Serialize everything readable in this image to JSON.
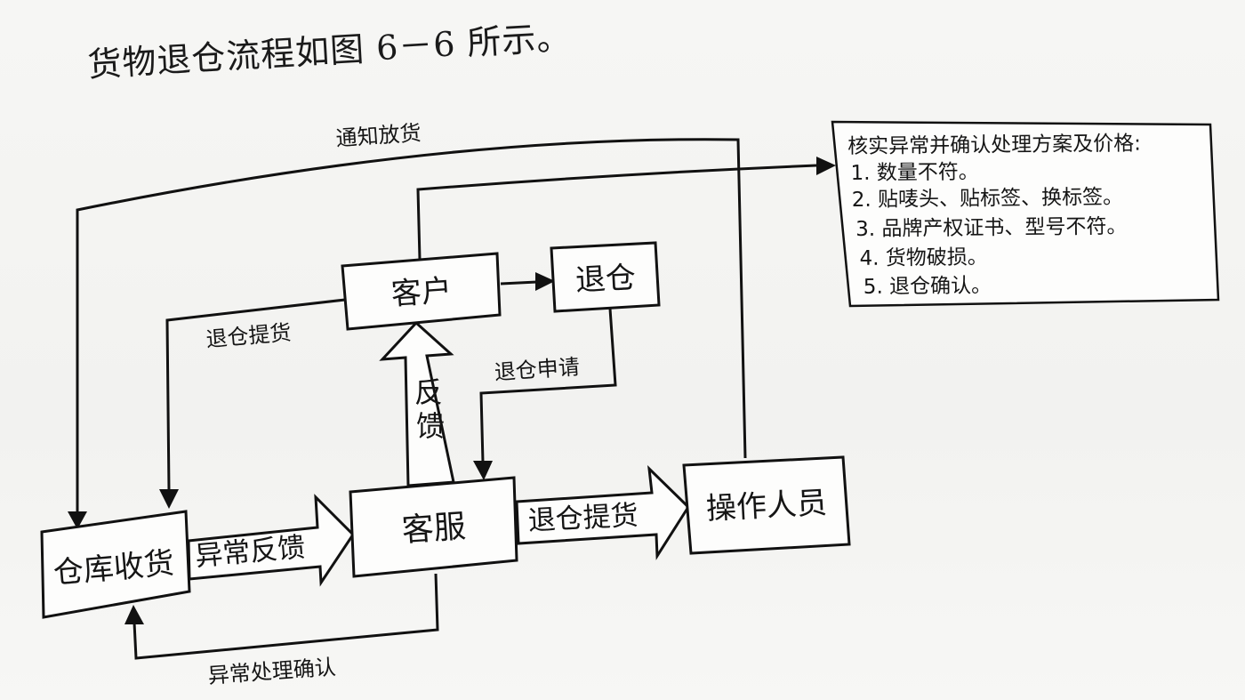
{
  "intro_text": "货物退仓流程如图 6－6 所示。",
  "nodes": {
    "warehouse": "仓库收货",
    "customer_service": "客服",
    "operator": "操作人员",
    "customer": "客户",
    "return": "退仓"
  },
  "edges": {
    "notify_release": "通知放货",
    "return_pickup_left": "退仓提货",
    "return_request": "退仓申请",
    "feedback": [
      "反",
      "馈"
    ],
    "exception_feedback": "异常反馈",
    "return_pickup_arrow": "退仓提货",
    "exception_confirm": "异常处理确认"
  },
  "notes": {
    "title": "核实异常并确认处理方案及价格:",
    "items": [
      "1. 数量不符。",
      "2. 贴唛头、贴标签、换标签。",
      "3. 品牌产权证书、型号不符。",
      "4. 货物破损。",
      "5. 退仓确认。"
    ]
  }
}
